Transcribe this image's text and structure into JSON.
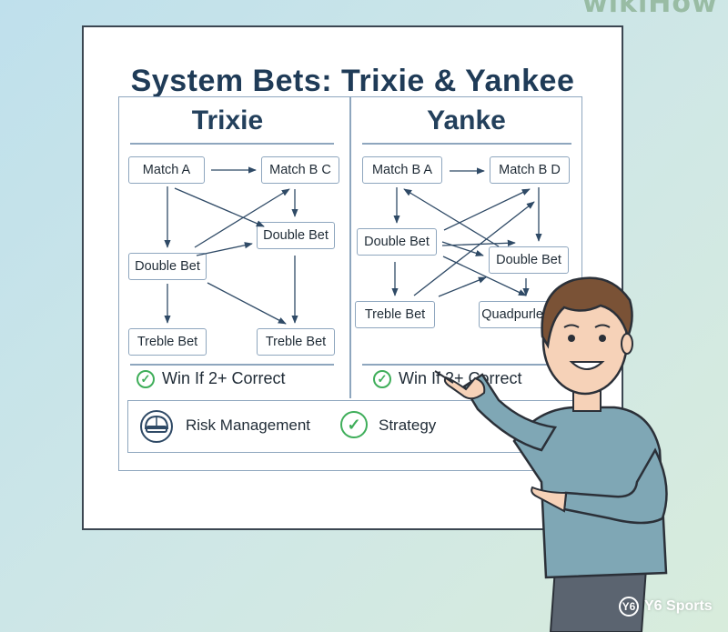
{
  "watermark": "wikiHow",
  "title": "System Bets: Trixie & Yankee",
  "trixie": {
    "heading": "Trixie",
    "nodes": {
      "match_a": "Match A",
      "match_b": "Match B C",
      "double_right": "Double Bet",
      "double_left": "Double Bet",
      "treble_left": "Treble Bet",
      "treble_right": "Treble Bet"
    },
    "win": "Win If 2+ Correct"
  },
  "yankee": {
    "heading": "Yanke",
    "nodes": {
      "match_ba": "Match B A",
      "match_bd": "Match B D",
      "double_left": "Double Bet",
      "double_right": "Double Bet",
      "treble": "Treble Bet",
      "quad": "Quadpurle Be"
    },
    "win": "Win If 2+ Correct"
  },
  "bottom": {
    "risk": "Risk Management",
    "strategy": "Strategy",
    "risk_icon": "helmet-icon",
    "strategy_icon": "check-circle-icon"
  },
  "brand": "Y6 Sports",
  "colors": {
    "title": "#1f3b57",
    "check": "#3fae5a",
    "arrow": "#2f4a66",
    "border": "#8ea6be"
  }
}
